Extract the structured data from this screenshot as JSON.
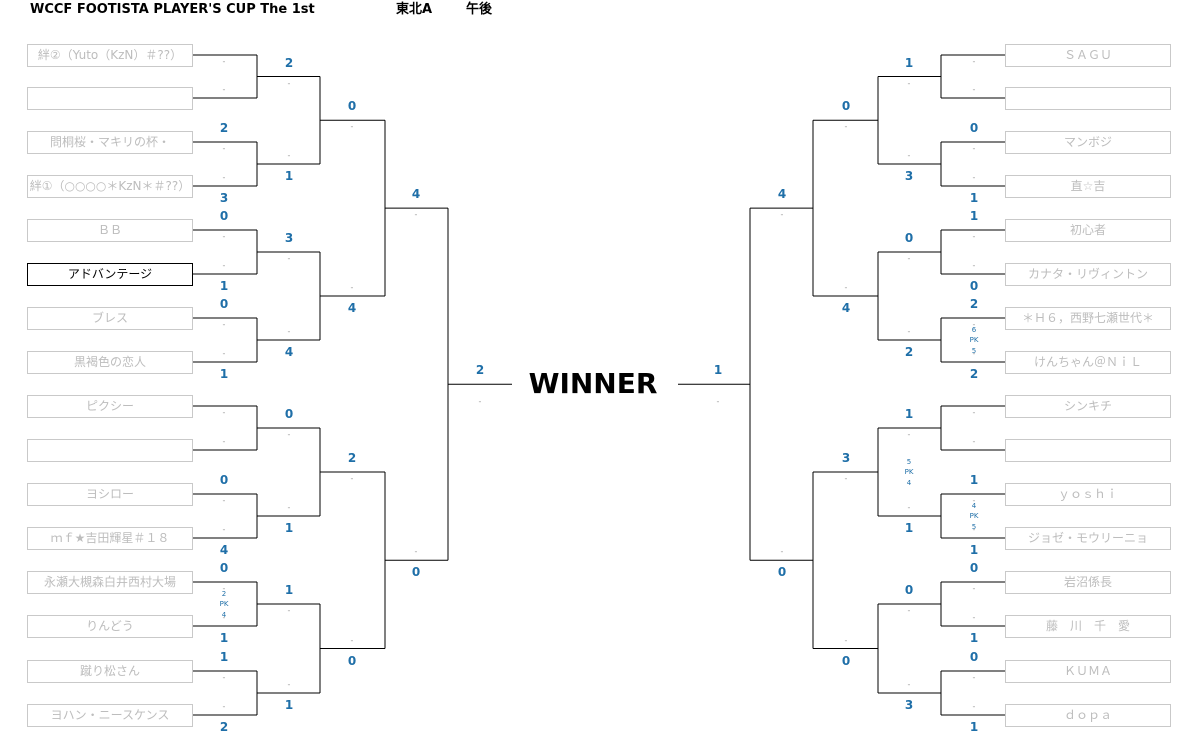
{
  "header": {
    "title": "WCCF FOOTISTA PLAYER'S CUP The 1st",
    "region": "東北A",
    "session": "午後"
  },
  "center_label": "WINNER",
  "left": {
    "players": [
      {
        "name": "絆②（Yuto（KzN）＃??）"
      },
      {
        "name": ""
      },
      {
        "name": "問桐桜・マキリの杯・"
      },
      {
        "name": "絆①（○○○○＊KzN＊＃??）"
      },
      {
        "name": "ＢＢ"
      },
      {
        "name": "アドバンテージ",
        "highlight": true
      },
      {
        "name": "ブレス"
      },
      {
        "name": "黒褐色の恋人"
      },
      {
        "name": "ピクシー"
      },
      {
        "name": ""
      },
      {
        "name": "ヨシロー"
      },
      {
        "name": "ｍｆ★吉田輝星＃１８"
      },
      {
        "name": "永瀬大槻森白井西村大場"
      },
      {
        "name": "りんどう"
      },
      {
        "name": "蹴り松さん"
      },
      {
        "name": "ヨハン・ニースケンス"
      }
    ],
    "r1": [
      [
        "",
        ""
      ],
      [
        "2",
        "3"
      ],
      [
        "0",
        "1"
      ],
      [
        "0",
        "1"
      ],
      [
        "",
        ""
      ],
      [
        "0",
        "4"
      ],
      [
        "0",
        "1"
      ],
      [
        "1",
        "2"
      ]
    ],
    "r1_pk": [
      null,
      null,
      null,
      null,
      null,
      null,
      [
        "2",
        "4"
      ],
      null
    ],
    "r2": [
      [
        "2",
        "1"
      ],
      [
        "3",
        "4"
      ],
      [
        "0",
        "1"
      ],
      [
        "1",
        "1"
      ]
    ],
    "r3": [
      [
        "0",
        "4"
      ],
      [
        "2",
        "0"
      ]
    ],
    "r4": [
      [
        "4",
        "0"
      ]
    ],
    "final": "2"
  },
  "right": {
    "players": [
      {
        "name": "ＳＡＧＵ"
      },
      {
        "name": ""
      },
      {
        "name": "マンボジ"
      },
      {
        "name": "直☆吉"
      },
      {
        "name": "初心者"
      },
      {
        "name": "カナタ・リヴィントン"
      },
      {
        "name": "＊Ｈ６，西野七瀬世代＊"
      },
      {
        "name": "けんちゃん＠ＮｉＬ"
      },
      {
        "name": "シンキチ"
      },
      {
        "name": ""
      },
      {
        "name": "ｙｏｓｈｉ"
      },
      {
        "name": "ジョゼ・モウリーニョ"
      },
      {
        "name": "岩沼係長"
      },
      {
        "name": "藤　川　千　愛"
      },
      {
        "name": "ＫＵＭＡ"
      },
      {
        "name": "ｄｏｐａ"
      }
    ],
    "r1": [
      [
        "",
        ""
      ],
      [
        "0",
        "1"
      ],
      [
        "1",
        "0"
      ],
      [
        "2",
        "2"
      ],
      [
        "",
        ""
      ],
      [
        "1",
        "1"
      ],
      [
        "0",
        "1"
      ],
      [
        "0",
        "1"
      ]
    ],
    "r1_pk": [
      null,
      null,
      null,
      [
        "6",
        "5"
      ],
      null,
      [
        "4",
        "5"
      ],
      null,
      null
    ],
    "r2": [
      [
        "1",
        "3"
      ],
      [
        "0",
        "2"
      ],
      [
        "1",
        "1"
      ],
      [
        "0",
        "3"
      ]
    ],
    "r2_pk": [
      null,
      null,
      [
        "5",
        "4"
      ],
      null
    ],
    "r3": [
      [
        "0",
        "4"
      ],
      [
        "3",
        "0"
      ]
    ],
    "r4": [
      [
        "4",
        "0"
      ]
    ],
    "final": "1"
  },
  "pk_label": "PK",
  "placeholder": "-"
}
